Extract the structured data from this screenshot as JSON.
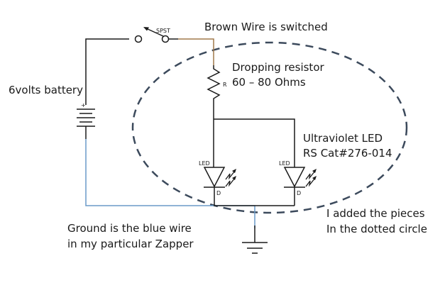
{
  "colors": {
    "wire": "#1a1a1a",
    "brown_wire": "#a0784a",
    "ground_wire": "#6a9ac8",
    "dotted_circle": "#3c4a5c",
    "text": "#1a1a1a"
  },
  "components": {
    "switch": {
      "label": "SPST"
    },
    "battery": {
      "label": "6volts battery",
      "plus": "+",
      "minus": "-"
    },
    "resistor": {
      "symbol_label": "R",
      "title": "Dropping resistor",
      "value": "60 – 80 Ohms"
    },
    "led_left": {
      "top_label": "LED",
      "bottom_label": "D"
    },
    "led_right": {
      "top_label": "LED",
      "bottom_label": "D"
    }
  },
  "annotations": {
    "brown_wire": "Brown Wire is switched",
    "uv_led_line1": "Ultraviolet LED",
    "uv_led_line2": "RS Cat#276-014",
    "ground_line1": "Ground is the blue wire",
    "ground_line2": "in my particular Zapper",
    "added_line1": "I added the pieces",
    "added_line2": "In the dotted circle"
  }
}
